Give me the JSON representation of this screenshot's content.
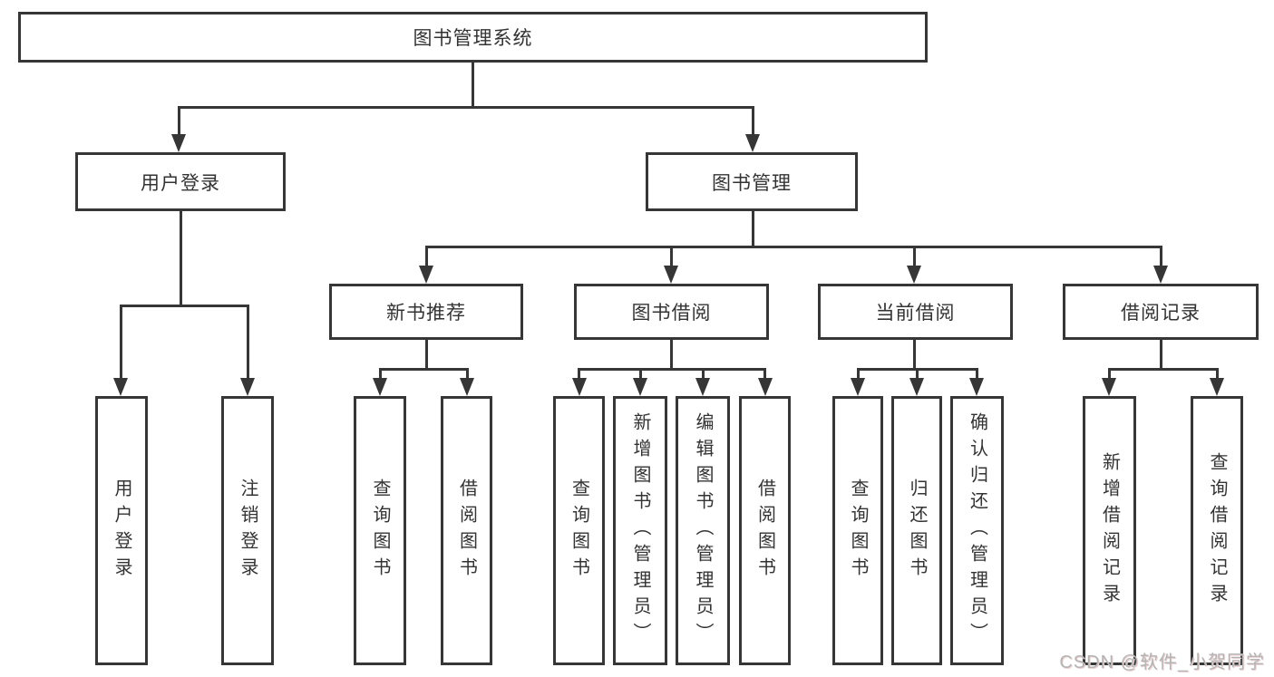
{
  "tree": {
    "root": "图书管理系统",
    "user_branch": {
      "label": "用户登录",
      "children": [
        "用户登录",
        "注销登录"
      ]
    },
    "book_branch": {
      "label": "图书管理",
      "groups": [
        {
          "label": "新书推荐",
          "children": [
            "查询图书",
            "借阅图书"
          ]
        },
        {
          "label": "图书借阅",
          "children": [
            "查询图书",
            "新增图书（管理员）",
            "编辑图书（管理员）",
            "借阅图书"
          ]
        },
        {
          "label": "当前借阅",
          "children": [
            "查询图书",
            "归还图书",
            "确认归还（管理员）"
          ]
        },
        {
          "label": "借阅记录",
          "children": [
            "新增借阅记录",
            "查询借阅记录"
          ]
        }
      ]
    }
  },
  "watermark": "CSDN @软件_小贺同学",
  "colors": {
    "line": "#363636",
    "text": "#333333",
    "background": "#ffffff",
    "watermark": "#b4b4b4"
  }
}
